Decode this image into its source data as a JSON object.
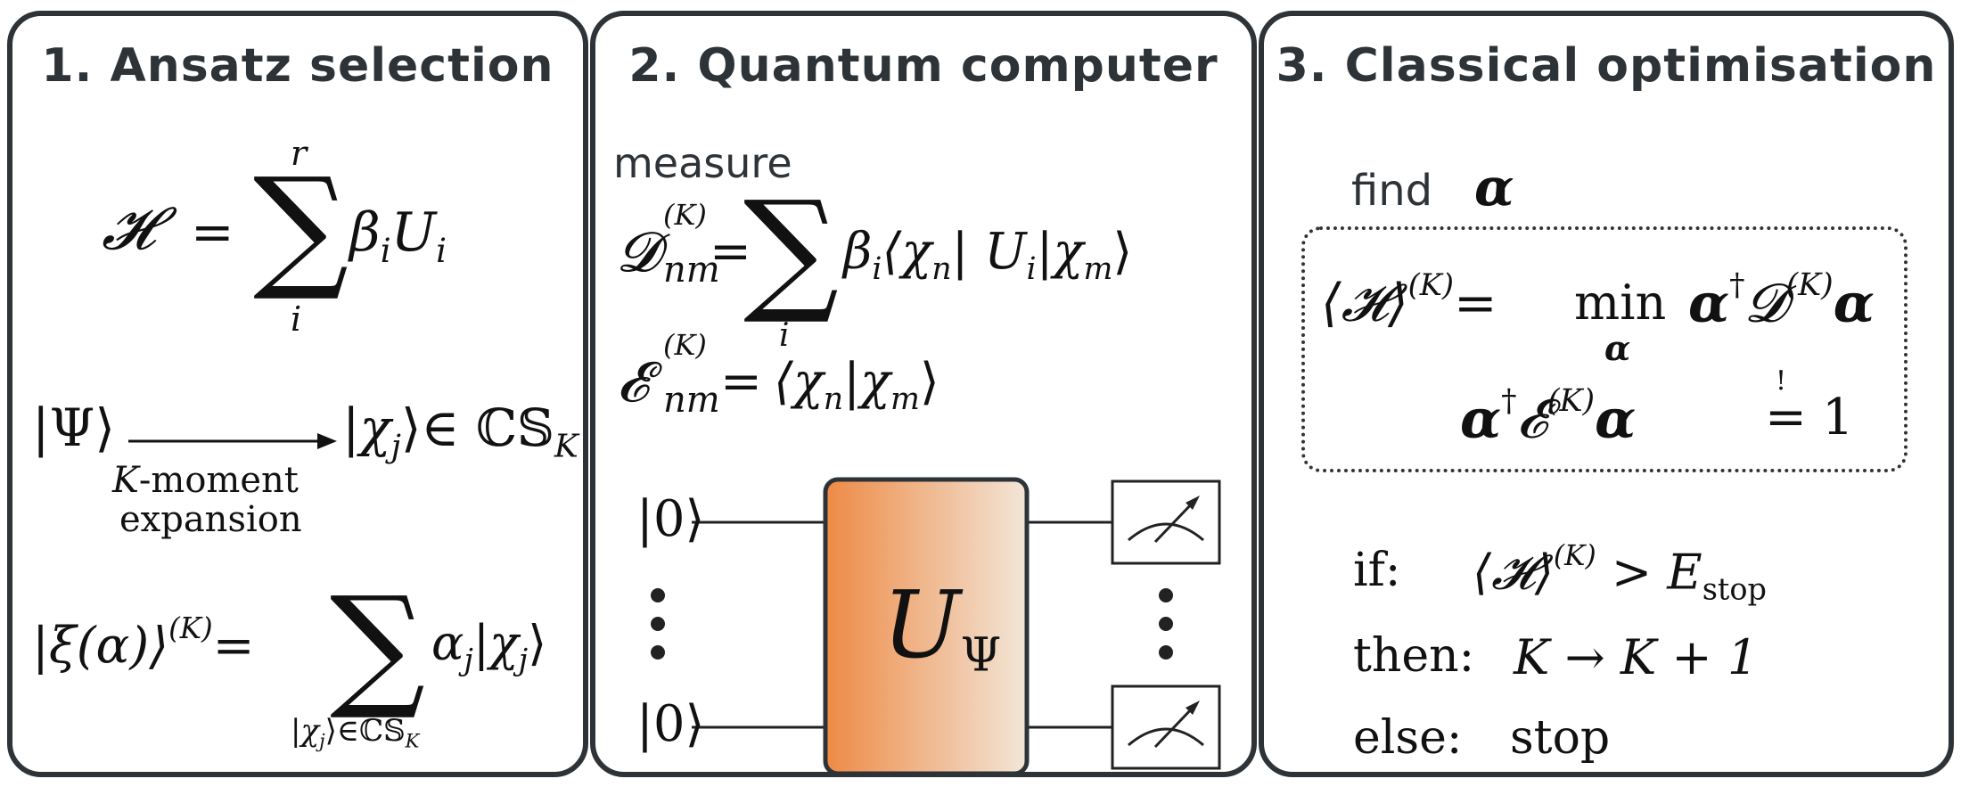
{
  "panels": [
    {
      "title": "1. Ansatz selection",
      "eq_h": {
        "lhs": "𝓗",
        "eq": "=",
        "sum_top": "r",
        "sum_sym": "∑",
        "sum_bottom": "i",
        "beta": "β",
        "beta_sub": "i",
        "u": "U",
        "u_sub": "i"
      },
      "expansion": {
        "psi": "|Ψ⟩",
        "arrow_label_k": "K",
        "arrow_label_1": "-moment",
        "arrow_label_2": "expansion",
        "chi": "|χ",
        "chi_sub": "j",
        "ket_end": "⟩∈ ℂ𝕊",
        "cs_sub": "K"
      },
      "xi": {
        "lhs": "|ξ(α)⟩",
        "sup": "(K)",
        "eq": "=",
        "sum_sym": "∑",
        "sum_bottom": "|χ",
        "sum_bottom_sub": "j",
        "sum_bottom_end": "⟩∈ℂ𝕊",
        "sum_bottom_k": "K",
        "alpha": "α",
        "alpha_sub": "j",
        "chi": "|χ",
        "chi_sub": "j",
        "ket_end": "⟩"
      }
    },
    {
      "title": "2. Quantum computer",
      "measure": "measure",
      "d_eq": {
        "lhs": "𝓓",
        "sup": "(K)",
        "sub": "nm",
        "eq": "=",
        "sum_sym": "∑",
        "sum_bottom": "i",
        "beta": "β",
        "beta_sub": "i",
        "bra": "⟨χ",
        "bra_sub": "n",
        "mid": "| U",
        "mid_sub": "i",
        "ket": "|χ",
        "ket_sub": "m",
        "end": "⟩"
      },
      "e_eq": {
        "lhs": "𝓔",
        "sup": "(K)",
        "sub": "nm",
        "eq": "=",
        "bra": "⟨χ",
        "bra_sub": "n",
        "ket": "|χ",
        "ket_sub": "m",
        "end": "⟩"
      },
      "circuit": {
        "ket_top": "|0⟩",
        "ket_bottom": "|0⟩",
        "gate": "U",
        "gate_sub": "Ψ",
        "gate_color_start": "#ee8a45",
        "gate_color_end": "#f2e6d8"
      }
    },
    {
      "title": "3. Classical optimisation",
      "find": "find",
      "find_alpha": "α",
      "min_eq": {
        "lhs": "⟨𝓗⟩",
        "sup": "(K)",
        "eq": "=",
        "min": "min",
        "min_sub": "α",
        "alpha": "α",
        "dagger": "†",
        "d": "𝓓",
        "d_sup": "(K)",
        "alpha2": "α"
      },
      "constraint": {
        "alpha": "α",
        "dagger": "†",
        "e": "𝓔",
        "e_sup": "(K)",
        "alpha2": "α",
        "eq": "=",
        "bang": "!",
        "rhs": "1"
      },
      "if_line": {
        "label": "if:",
        "lhs": "⟨𝓗⟩",
        "sup": "(K)",
        "op": ">",
        "e": "E",
        "e_sub": "stop"
      },
      "then_line": {
        "label": "then:",
        "expr": "K → K + 1"
      },
      "else_line": {
        "label": "else:",
        "expr": "stop"
      }
    }
  ]
}
